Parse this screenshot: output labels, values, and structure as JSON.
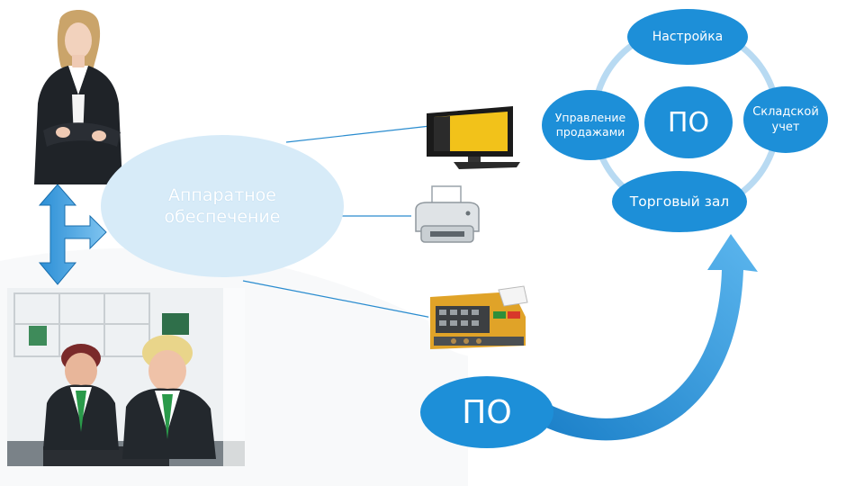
{
  "diagram": {
    "hardware_label": "Аппаратное\nобеспечение",
    "software_label": "ПО",
    "cycle": {
      "top": "Настройка",
      "left": "Управление\nпродажами",
      "center": "ПО",
      "right": "Складской\nучет",
      "bottom": "Торговый зал"
    },
    "devices": [
      "monitor-icon",
      "printer-icon",
      "cash-register-icon"
    ],
    "photos": [
      "businesswoman-photo",
      "cashiers-photo"
    ],
    "colors": {
      "primary_blue": "#1d8fd8",
      "light_bubble": "#d7ebf8",
      "ring": "#b8daf2",
      "arrow": "#2e97dd",
      "connector": "#2a8ccf"
    }
  }
}
